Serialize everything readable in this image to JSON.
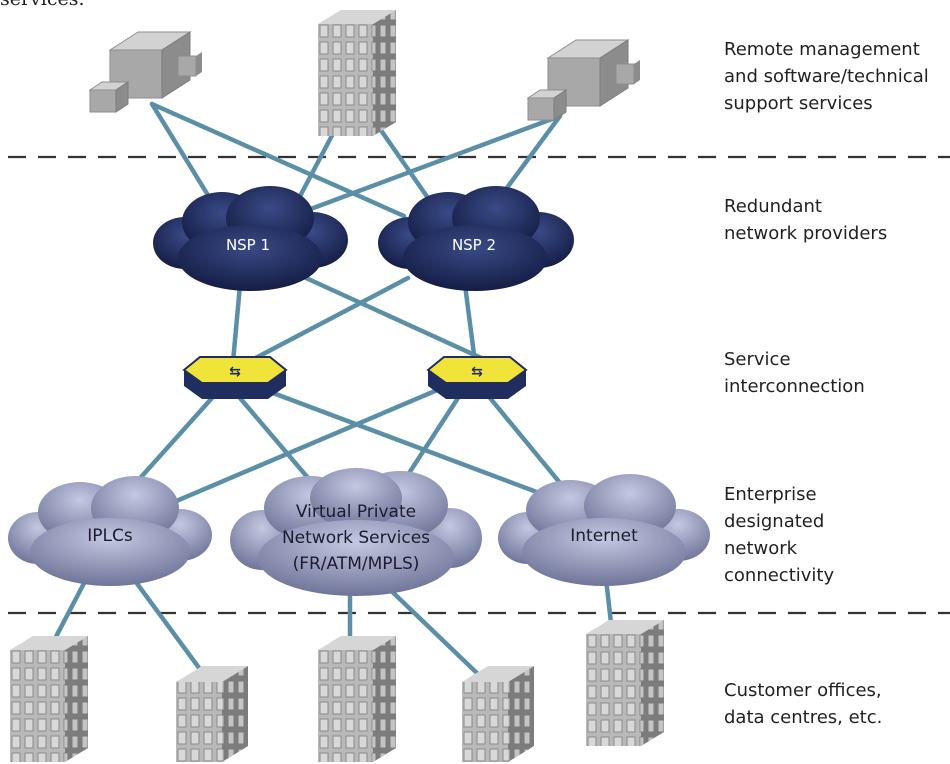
{
  "top_text_fragment": "services.",
  "layers": [
    {
      "id": "remote",
      "label": "Remote management\nand software/technical\nsupport services"
    },
    {
      "id": "providers",
      "label": "Redundant\nnetwork providers"
    },
    {
      "id": "interconnection",
      "label": "Service\ninterconnection"
    },
    {
      "id": "enterprise",
      "label": "Enterprise\ndesignated\nnetwork\nconnectivity"
    },
    {
      "id": "customers",
      "label": "Customer offices,\ndata centres, etc."
    }
  ],
  "clouds": {
    "nsp1": "NSP 1",
    "nsp2": "NSP 2",
    "iplcs": "IPLCs",
    "vpn_line1": "Virtual Private",
    "vpn_line2": "Network Services",
    "vpn_line3": "(FR/ATM/MPLS)",
    "internet": "Internet"
  },
  "colors": {
    "link": "#5b8fa8",
    "nsp_cloud": "#17234f",
    "enterprise_cloud": "#8a8fb5",
    "switch_top": "#f0e43a",
    "switch_side": "#1f2e5e",
    "building": "#9a9a9a",
    "dashed_line": "#333333"
  }
}
